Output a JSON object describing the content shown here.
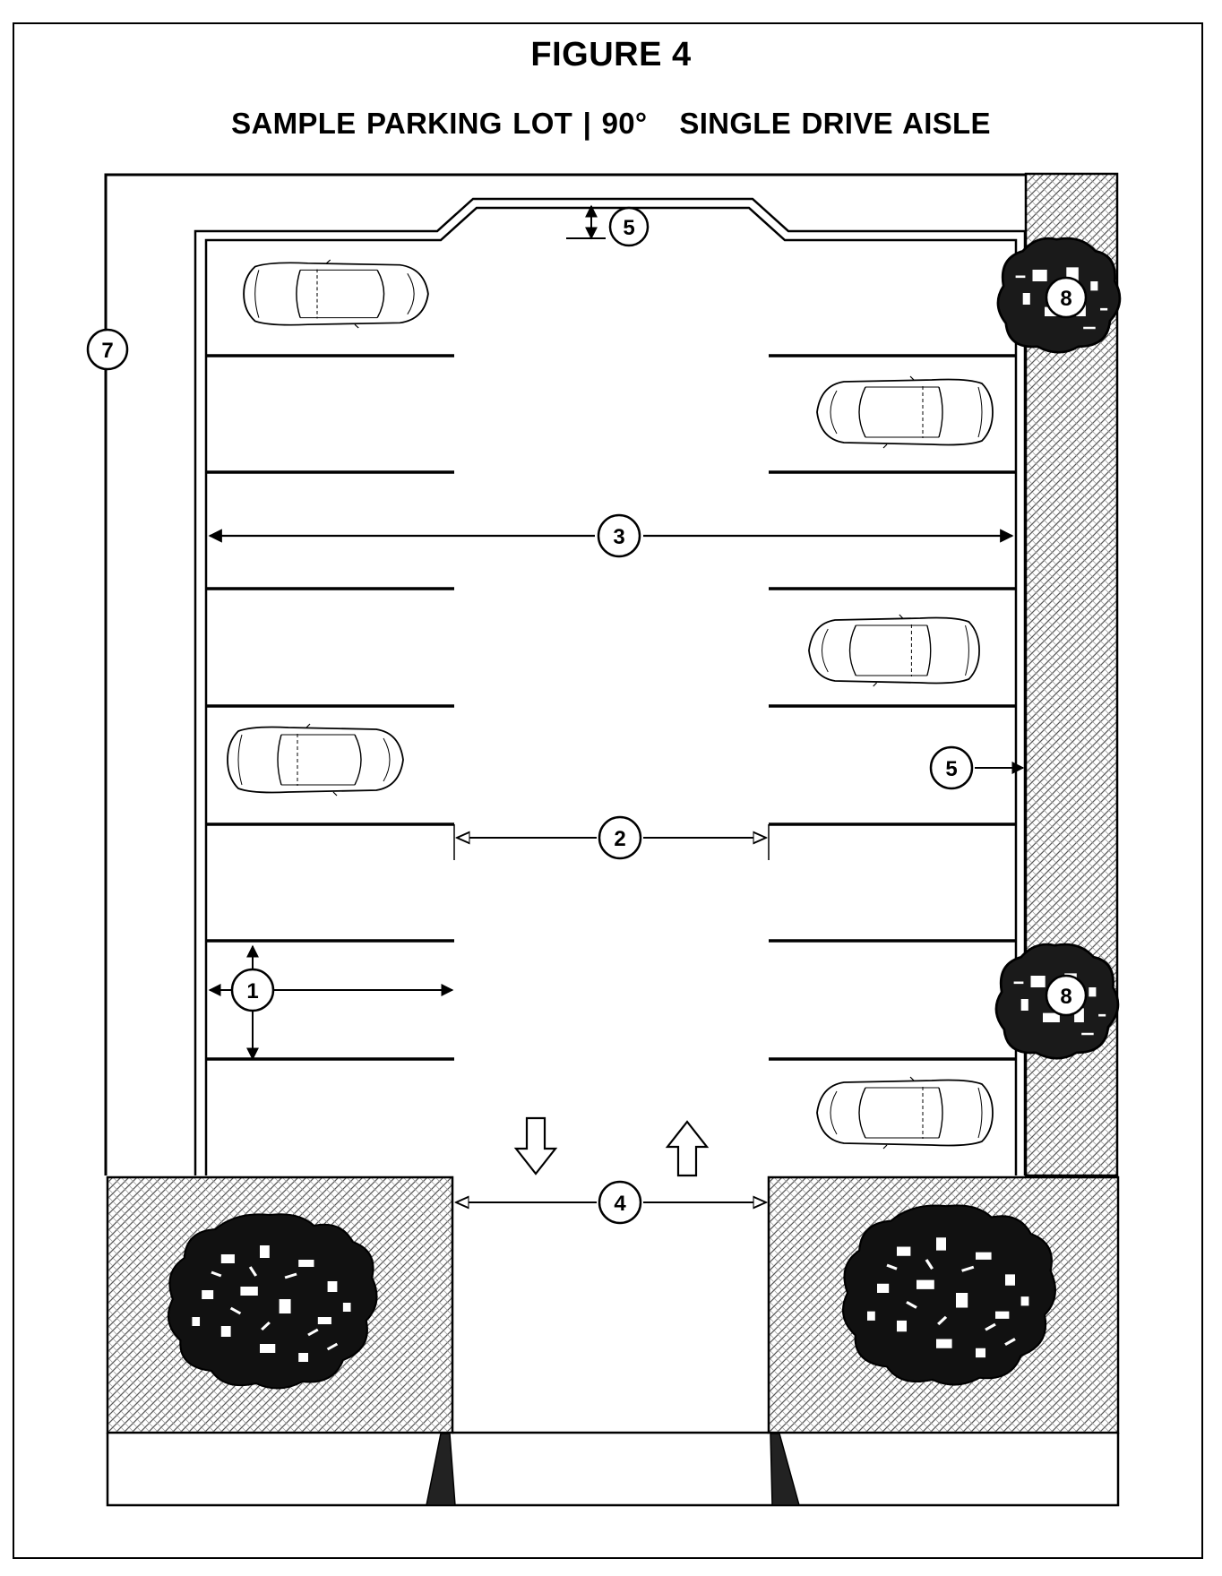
{
  "figure": {
    "number_label": "FIGURE 4",
    "subtitle_left": "SAMPLE PARKING LOT | 90°",
    "subtitle_right": "SINGLE DRIVE AISLE"
  },
  "callouts": {
    "c1": "1",
    "c2": "2",
    "c3": "3",
    "c4": "4",
    "c5_top": "5",
    "c5_side": "5",
    "c7": "7",
    "c8_top": "8",
    "c8_bottom": "8"
  },
  "colors": {
    "ink": "#000000",
    "paper": "#ffffff",
    "hatch_line": "#555555",
    "foliage": "#1a1a1a"
  },
  "icons": [
    "car-icon",
    "shrub-icon",
    "tree-icon",
    "direction-arrow-icon",
    "wheel-stop-icon"
  ]
}
